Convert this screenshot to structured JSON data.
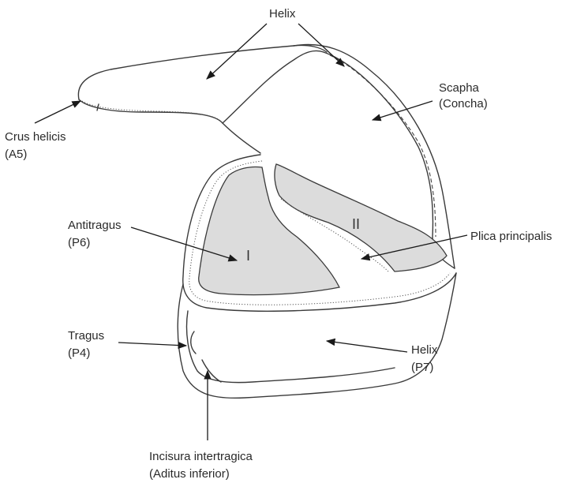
{
  "labels": {
    "helix_top": "Helix",
    "scapha": "Scapha",
    "scapha_sub": "(Concha)",
    "crus_helicis": "Crus helicis",
    "crus_helicis_code": "(A5)",
    "antitragus": "Antitragus",
    "antitragus_code": "(P6)",
    "plica": "Plica principalis",
    "tragus": "Tragus",
    "tragus_code": "(P4)",
    "helix_bottom": "Helix",
    "helix_bottom_code": "(P7)",
    "incisura": "Incisura intertragica",
    "incisura_sub": "(Aditus inferior)",
    "region_one": "I",
    "region_two": "II"
  },
  "colors": {
    "shaded_region": "#dcdcdc",
    "outline": "#3a3a3a",
    "label_text": "#2a2a2a"
  }
}
